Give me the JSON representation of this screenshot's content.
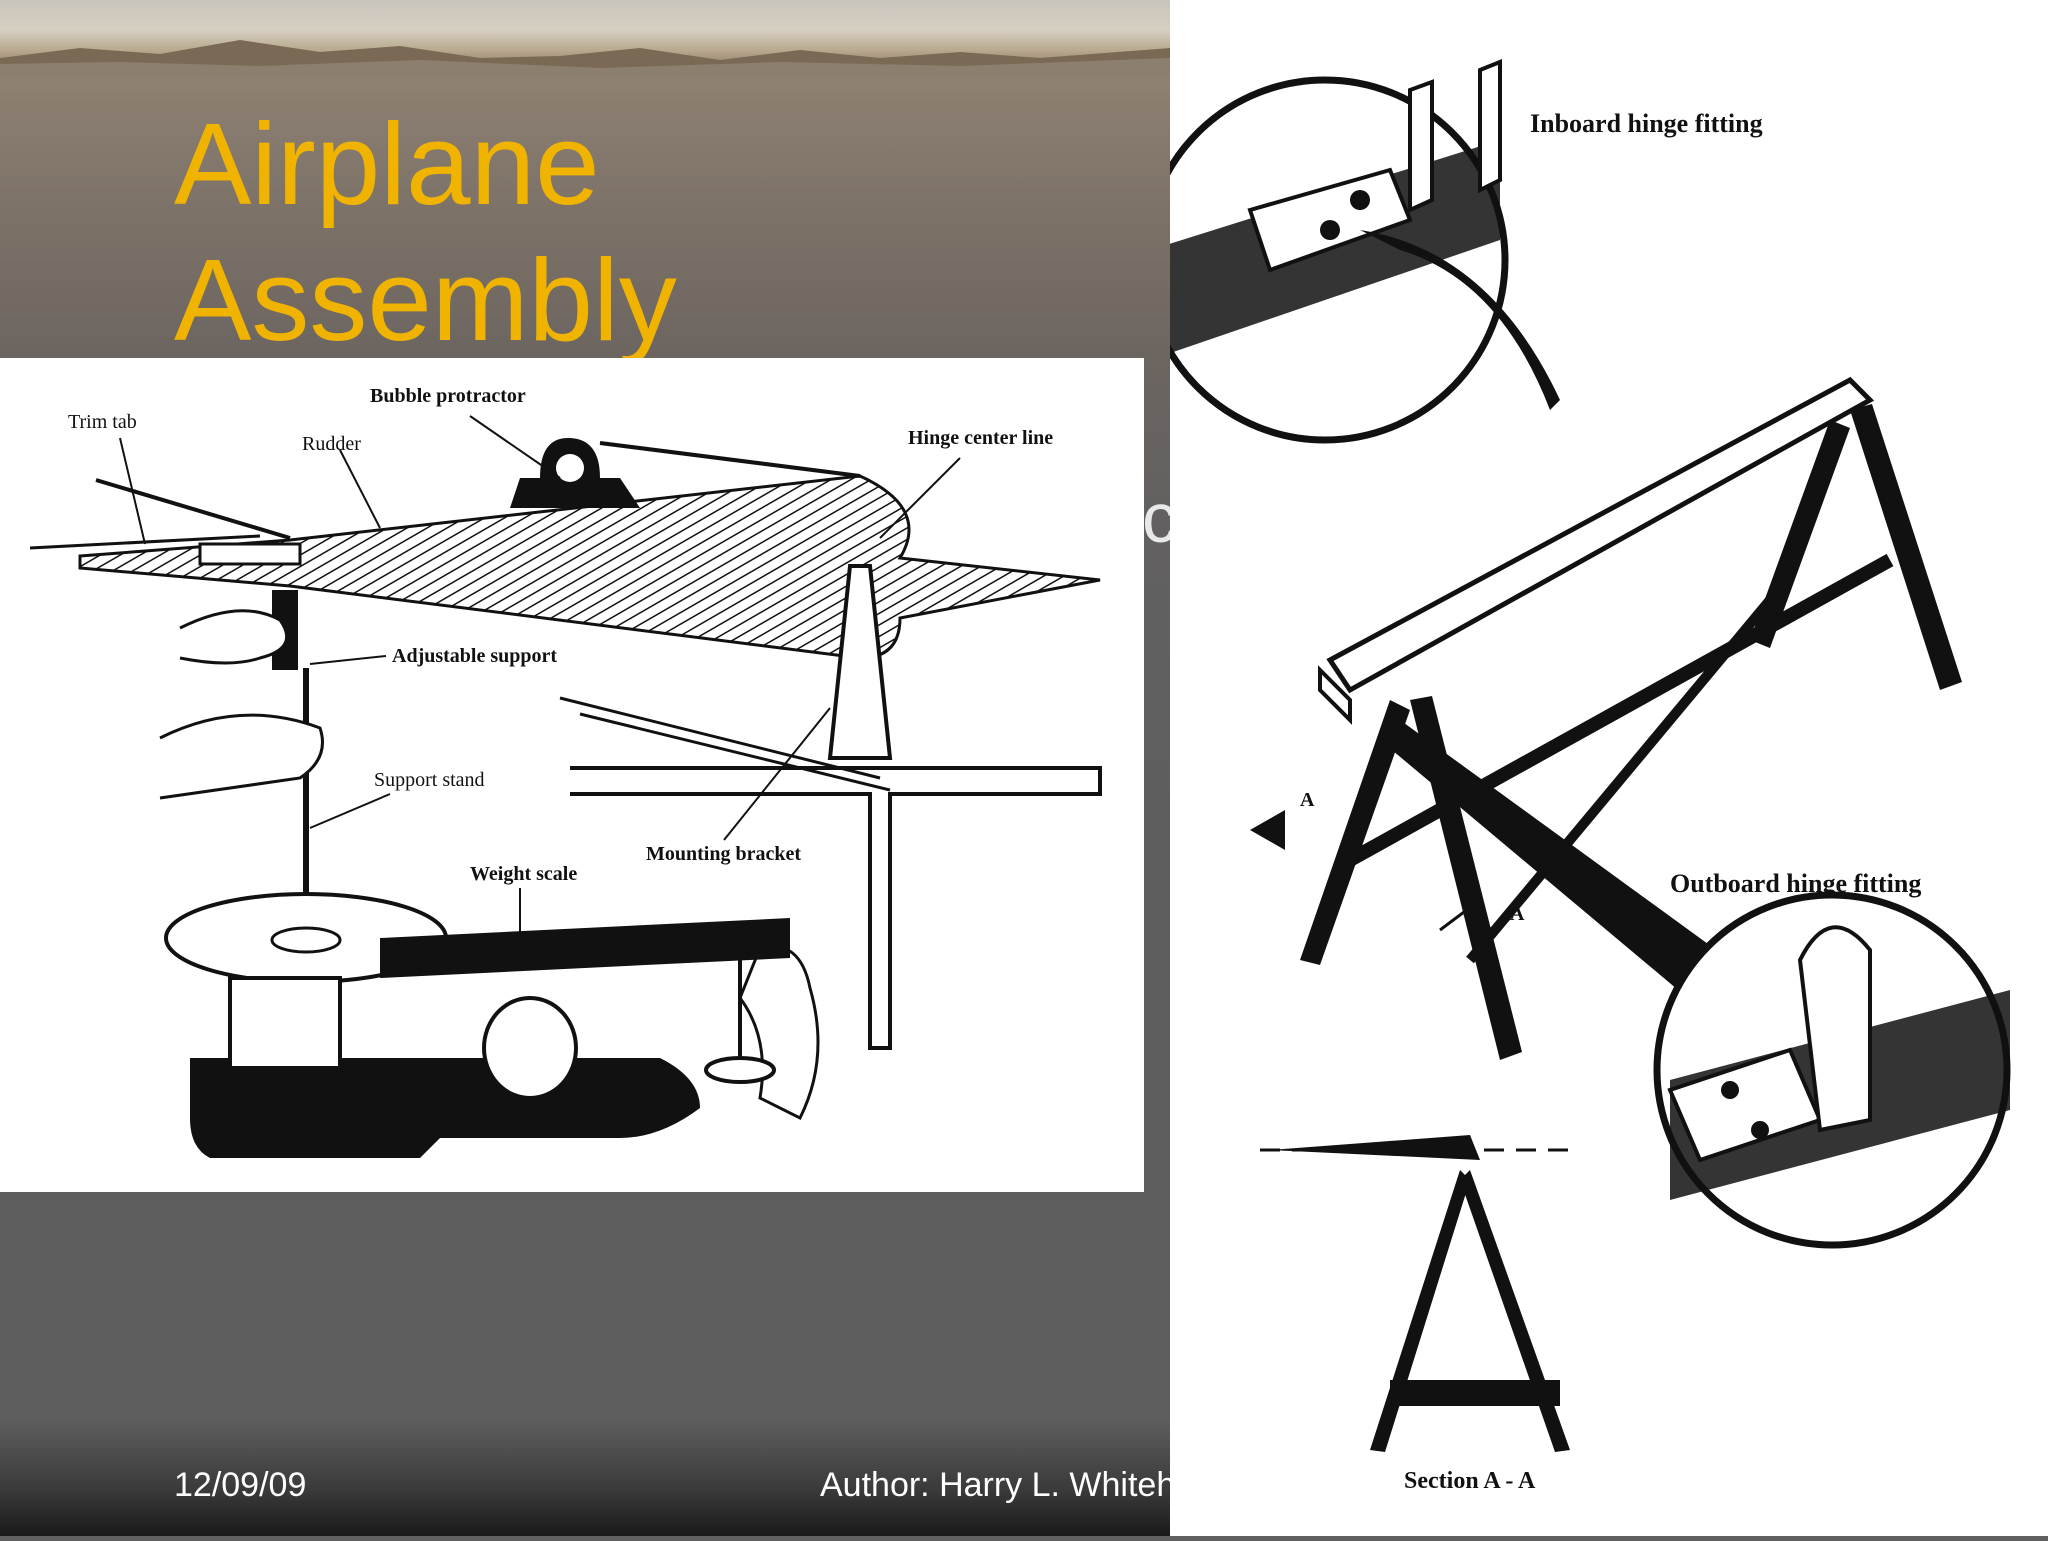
{
  "slide": {
    "title": "Airplane\nAssembly",
    "partial_text": "c",
    "footer": {
      "date": "12/09/09",
      "author": "Author:  Harry L. Whiteh"
    }
  },
  "figure_left": {
    "labels": {
      "trim_tab": "Trim tab",
      "bubble_protractor": "Bubble protractor",
      "rudder": "Rudder",
      "hinge_center_line": "Hinge center line",
      "adjustable_support": "Adjustable support",
      "support_stand": "Support stand",
      "weight_scale": "Weight scale",
      "mounting_bracket": "Mounting bracket"
    }
  },
  "figure_right": {
    "labels": {
      "inboard_hinge_fitting": "Inboard hinge fitting",
      "outboard_hinge_fitting": "Outboard hinge fitting",
      "section": "Section A - A",
      "a_mark_1": "A",
      "a_mark_2": "A"
    }
  },
  "colors": {
    "title": "#f0b400",
    "footer_text": "#ffffff",
    "background": "#5f5f5f"
  }
}
